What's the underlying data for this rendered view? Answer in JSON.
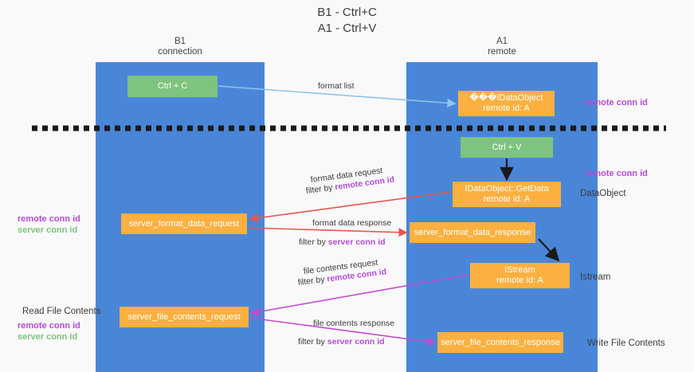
{
  "title": "B1 - Ctrl+C\nA1 - Ctrl+V",
  "title_line1": "B1 - Ctrl+C",
  "title_line2": "A1 - Ctrl+V",
  "colors": {
    "lane": "#4a86d8",
    "green_box": "#7ec47e",
    "orange_box": "#fbb040",
    "remote_conn_id": "#b44bd6",
    "server_conn_id": "#7ec47e",
    "background": "#f9f9f9",
    "arrow_blue": "#8ec4ea",
    "arrow_red": "#e8564f",
    "arrow_magenta": "#c24bd0",
    "arrow_black": "#1a1a1a",
    "divider": "#1a1a1a"
  },
  "columns": [
    {
      "name": "B1",
      "subtitle": "connection"
    },
    {
      "name": "A1",
      "subtitle": "remote"
    }
  ],
  "boxes": {
    "ctrl_c": {
      "label": "Ctrl + C",
      "color": "green"
    },
    "idataobject": {
      "line1": "���IDataObject",
      "line2": "remote id: A",
      "color": "orange"
    },
    "ctrl_v": {
      "label": "Ctrl + V",
      "color": "green"
    },
    "getdata": {
      "line1": "IDataObject::GetData",
      "line2": "remote id: A",
      "color": "orange"
    },
    "server_format_data_request": {
      "label": "server_format_data_request",
      "color": "orange"
    },
    "server_format_data_response": {
      "label": "server_format_data_response",
      "color": "orange"
    },
    "istream": {
      "line1": "IStream",
      "line2": "remote id: A",
      "color": "orange"
    },
    "server_file_contents_request": {
      "label": "server_file_contents_request",
      "color": "orange"
    },
    "server_file_contents_response": {
      "label": "server_file_contents_response",
      "color": "orange"
    }
  },
  "side_labels": {
    "dataobject": "DataObject",
    "istream": "Istream",
    "write_file_contents": "Write File Contents",
    "read_file_contents": "Read File Contents"
  },
  "legends": {
    "remote_conn_id": "remote conn id",
    "server_conn_id": "server conn id"
  },
  "flows": {
    "format_list": "format list",
    "format_data_request": "format data request",
    "format_data_request_filter_prefix": "filter by ",
    "format_data_request_filter_kw": "remote conn id",
    "format_data_response": "format data response",
    "format_data_response_filter_prefix": "filter by ",
    "format_data_response_filter_kw": "server conn id",
    "file_contents_request": "file contents request",
    "file_contents_request_filter_prefix": "filter by ",
    "file_contents_request_filter_kw": "remote conn id",
    "file_contents_response": "file contents response",
    "file_contents_response_filter_prefix": "filter by ",
    "file_contents_response_filter_kw": "server conn id"
  }
}
